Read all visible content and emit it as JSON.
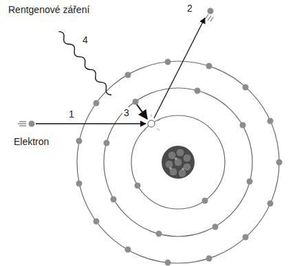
{
  "diagram": {
    "labels": [
      "Rentgenové záření",
      "Elektron",
      "1",
      "2",
      "3",
      "4"
    ]
  }
}
